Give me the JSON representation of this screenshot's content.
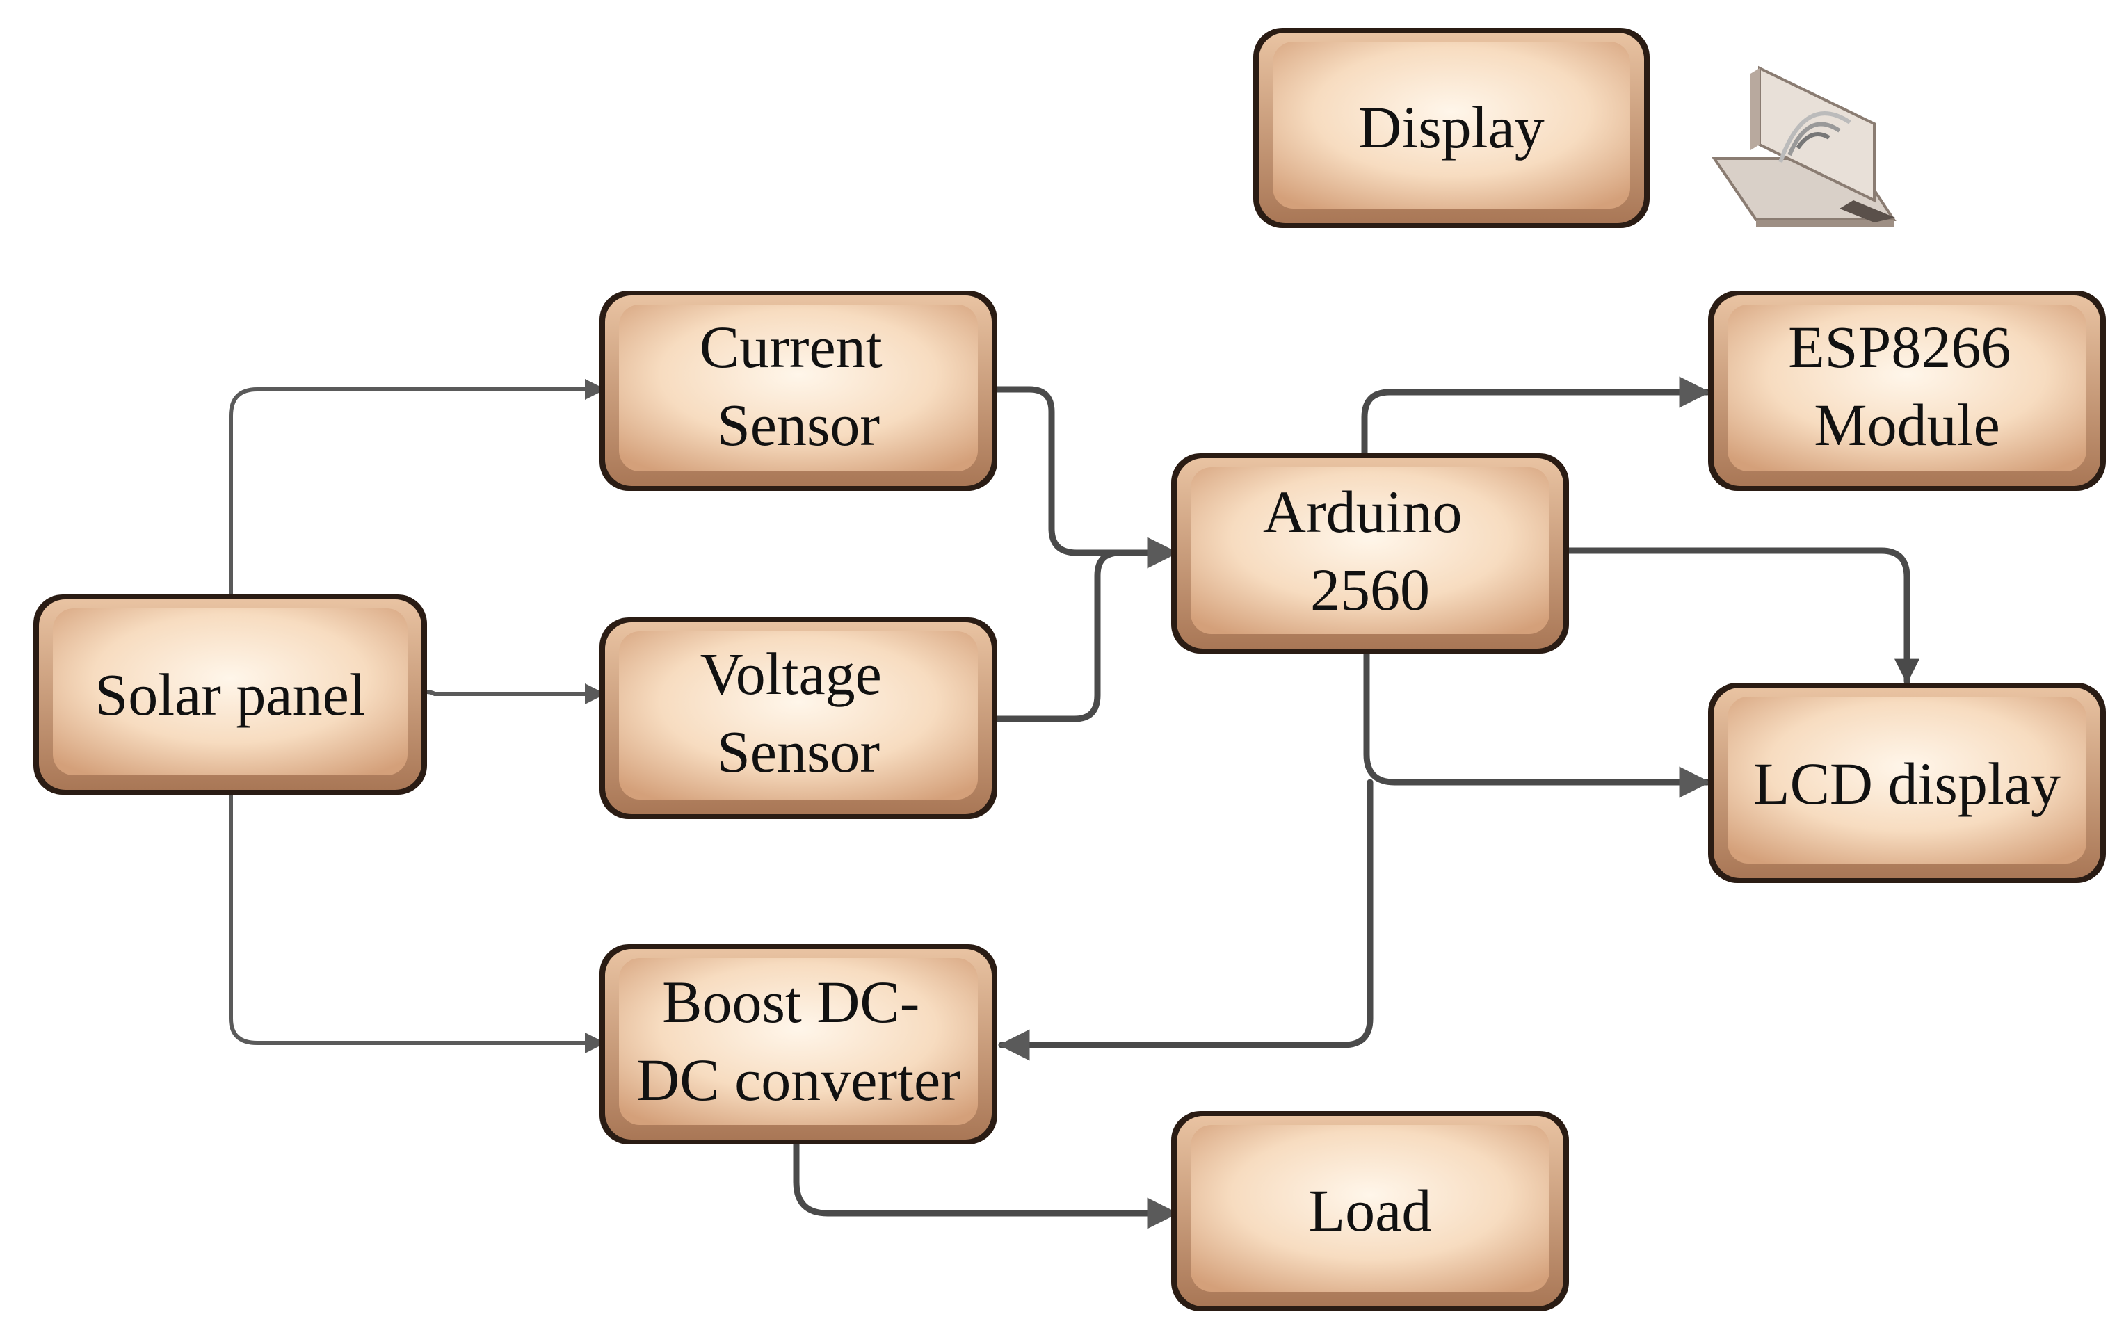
{
  "blocks": {
    "display": {
      "lines": [
        "Display"
      ]
    },
    "current_sensor": {
      "lines": [
        "Current",
        "Sensor"
      ]
    },
    "esp8266": {
      "lines": [
        "ESP8266",
        "Module"
      ]
    },
    "arduino": {
      "lines": [
        "Arduino",
        "2560"
      ]
    },
    "solar_panel": {
      "lines": [
        "Solar panel"
      ]
    },
    "voltage_sensor": {
      "lines": [
        "Voltage",
        "Sensor"
      ]
    },
    "lcd_display": {
      "lines": [
        "LCD display"
      ]
    },
    "boost_converter": {
      "lines": [
        "Boost DC-",
        "DC converter"
      ]
    },
    "load": {
      "lines": [
        "Load"
      ]
    }
  },
  "icons": {
    "wireless": "wireless-device-icon"
  },
  "colors": {
    "block_fill_light": "#fff6ea",
    "block_fill_dark": "#d4a07a",
    "block_border": "#3a2a20",
    "connector": "#5a5a5a"
  }
}
